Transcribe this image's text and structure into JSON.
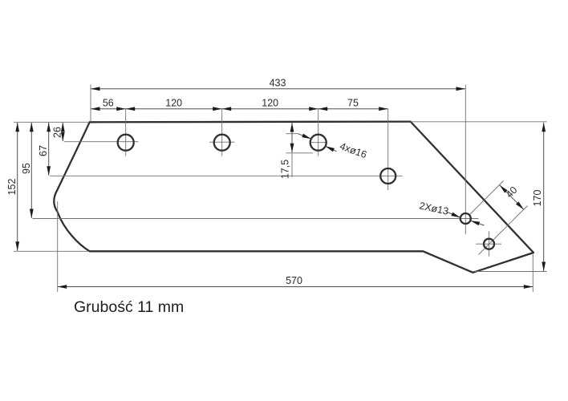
{
  "drawing": {
    "caption": "Grubość 11 mm",
    "labels": {
      "len_433": "433",
      "pitch_56": "56",
      "pitch_120a": "120",
      "pitch_120b": "120",
      "pitch_75": "75",
      "off_26": "26",
      "off_67": "67",
      "off_95": "95",
      "height_152": "152",
      "off_17_5": "17,5",
      "height_170": "170",
      "pitch_40": "40",
      "len_570": "570",
      "callout_large_holes": "4xø16",
      "callout_small_holes": "2Xø13"
    }
  }
}
